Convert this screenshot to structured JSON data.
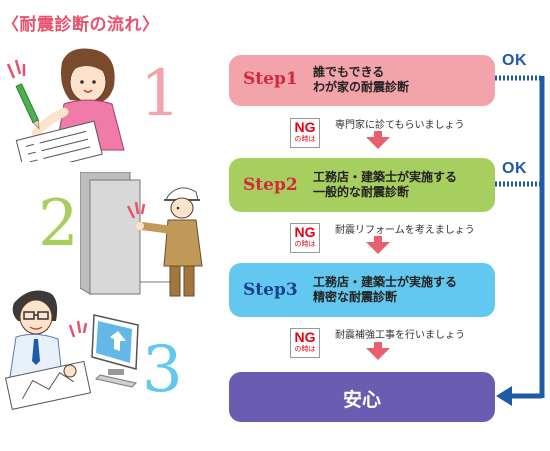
{
  "title": "〈耐震診断の流れ〉",
  "colors": {
    "title": "#e8506e",
    "step1": "#f3a3aa",
    "step2": "#a7cf5f",
    "step3": "#63c8ef",
    "final": "#6a5cb0",
    "ok_line": "#1e5aa8",
    "ng_red": "#e60012",
    "arrow_red": "#e8606e"
  },
  "numbers": [
    "1",
    "2",
    "3"
  ],
  "steps": [
    {
      "label": "Step1",
      "desc": [
        "誰でもできる",
        "わが家の耐震診断"
      ],
      "ok": "OK"
    },
    {
      "label": "Step2",
      "desc": [
        "工務店・建築士が実施する",
        "一般的な耐震診断"
      ],
      "ok": "OK"
    },
    {
      "label": "Step3",
      "desc": [
        "工務店・建築士が実施する",
        "精密な耐震診断"
      ]
    }
  ],
  "ng_boxes": [
    {
      "main": "NG",
      "sub": "の時は",
      "note": "専門家に診てもらいましょう"
    },
    {
      "main": "NG",
      "sub": "の時は",
      "note": "耐震リフォームを考えましょう"
    },
    {
      "main": "NG",
      "sub": "の時は",
      "note": "耐震補強工事を行いましょう"
    }
  ],
  "final": "安心",
  "illustrations": [
    "person-writing-checklist",
    "engineer-inspecting-wall",
    "architect-at-computer"
  ]
}
